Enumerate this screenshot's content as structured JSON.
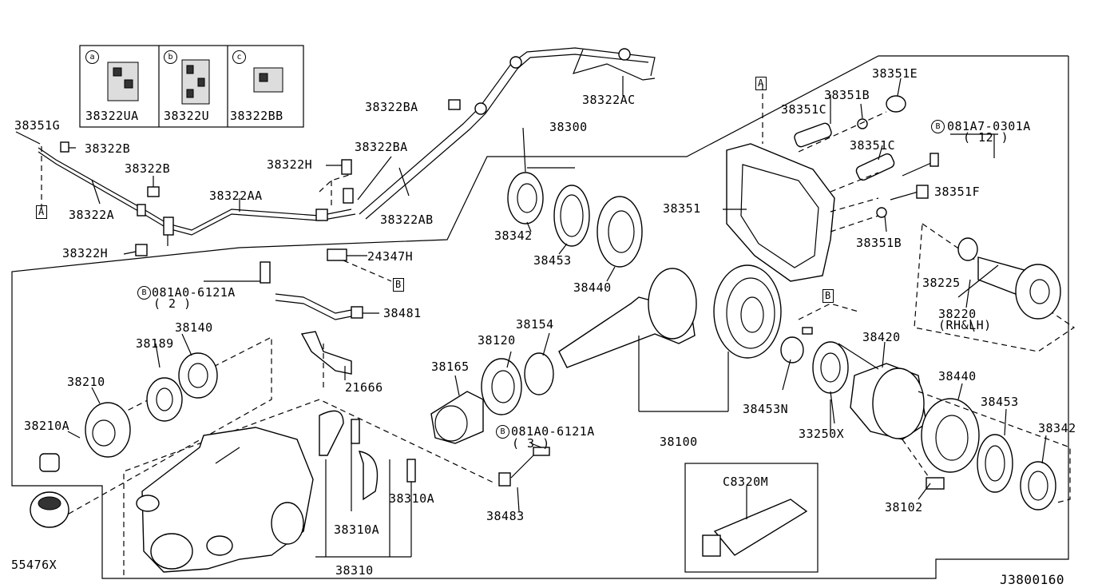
{
  "diagram": {
    "code": "J3800160",
    "inset_clips": [
      {
        "mark": "a",
        "part": "38322UA"
      },
      {
        "mark": "b",
        "part": "38322U"
      },
      {
        "mark": "c",
        "part": "38322BB"
      }
    ],
    "ref_markers": {
      "a": "A",
      "b": "B",
      "bolt_mark": "B"
    },
    "labels": {
      "p38351G": "38351G",
      "p38322B_1": "38322B",
      "p38322B_2": "38322B",
      "p38322A": "38322A",
      "p38322H_1": "38322H",
      "p38322H_2": "38322H",
      "p38322AA": "38322AA",
      "p38322BA_1": "38322BA",
      "p38322BA_2": "38322BA",
      "p38322AB": "38322AB",
      "p38322AC": "38322AC",
      "p38300": "38300",
      "p24347H": "24347H",
      "p081A0_6121A_1": "081A0-6121A",
      "p081A0_6121A_1_qty": "( 2 )",
      "p38481": "38481",
      "p21666": "21666",
      "p38140": "38140",
      "p38189": "38189",
      "p38210": "38210",
      "p38210A": "38210A",
      "p55476X": "55476X",
      "p38310": "38310",
      "p38310A_1": "38310A",
      "p38310A_2": "38310A",
      "p38342_1": "38342",
      "p38453_1": "38453",
      "p38440_1": "38440",
      "p38165": "38165",
      "p38120": "38120",
      "p38154": "38154",
      "p081A0_6121A_2": "081A0-6121A",
      "p081A0_6121A_2_qty": "( 3 )",
      "p38483": "38483",
      "p38100": "38100",
      "p38351": "38351",
      "p38351E": "38351E",
      "p38351B_1": "38351B",
      "p38351C_1": "38351C",
      "p38351C_2": "38351C",
      "p081A7_0301A": "081A7-0301A",
      "p081A7_0301A_qty": "( 12 )",
      "p38351F": "38351F",
      "p38351B_2": "38351B",
      "p38225": "38225",
      "p38220": "38220",
      "p38220_note": "(RH&LH)",
      "p38420": "38420",
      "p38453N": "38453N",
      "p33250X": "33250X",
      "p38440_2": "38440",
      "p38453_2": "38453",
      "p38342_2": "38342",
      "p38102": "38102",
      "pC8320M": "C8320M"
    }
  }
}
